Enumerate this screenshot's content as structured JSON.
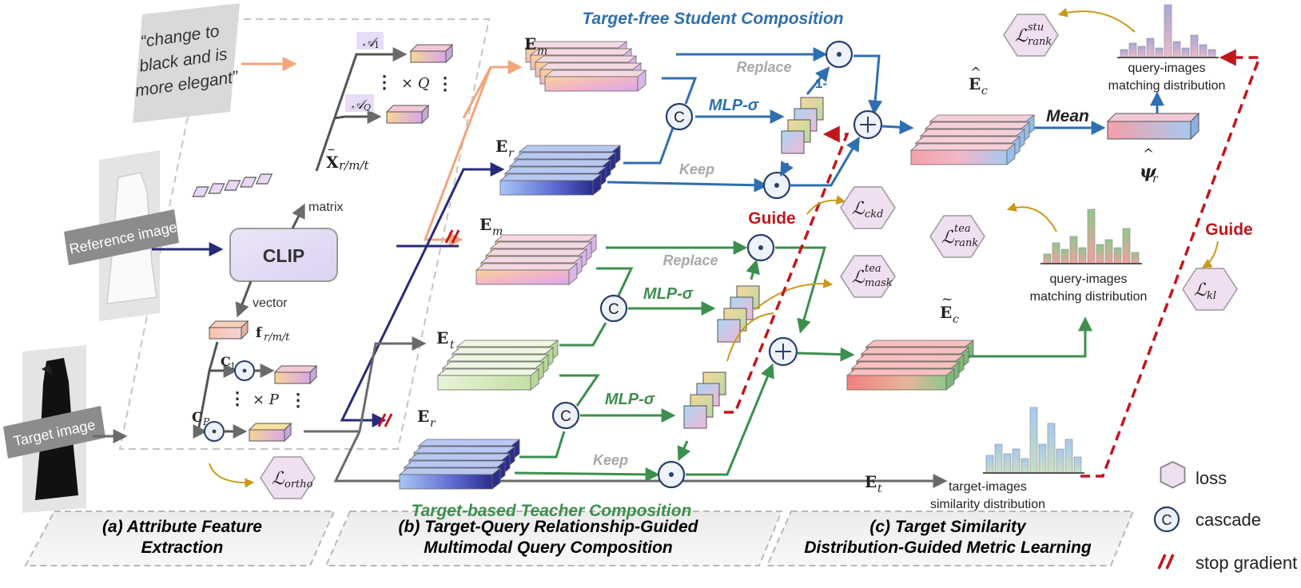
{
  "text_prompt": [
    "“change to",
    "black and is",
    "more elegant”"
  ],
  "reference_image_label": "Reference image",
  "target_image_label": "Target image",
  "clip_label": "CLIP",
  "matrix_label": "matrix",
  "vector_label": "vector",
  "attr_first": "𝒜",
  "attr_first_sub": "1",
  "attr_last": "𝒜",
  "attr_last_sub": "Q",
  "times_q": "× Q",
  "times_p": "× P",
  "x_bar": "X",
  "x_bar_sub": "r/m/t",
  "f_vec": "f",
  "f_vec_sub": "r/m/t",
  "c1": "C",
  "c1_sub": "1",
  "cp": "C",
  "cp_sub": "P",
  "vdots": "⋮",
  "student_title": "Target-free Student Composition",
  "teacher_title": "Target-based Teacher Composition",
  "em_label": "E",
  "em_sub": "m",
  "er_label": "E",
  "er_sub": "r",
  "et_label": "E",
  "et_sub": "t",
  "replace_label": "Replace",
  "keep_label": "Keep",
  "mlp_label": "MLP-σ",
  "one_minus": "1-",
  "guide_label": "Guide",
  "mean_label": "Mean",
  "ec_hat": "E",
  "ec_hat_sub": "c",
  "ec_tilde": "E",
  "ec_tilde_sub": "c",
  "psi_hat": "ψ",
  "psi_hat_sub": "r",
  "hat_mark": "^",
  "tilde_mark": "~",
  "bar_mark": "–",
  "query_dist_student": [
    "query-images",
    "matching distribution"
  ],
  "query_dist_teacher": [
    "query-images",
    "matching distribution"
  ],
  "target_dist": [
    "target-images",
    "similarity distribution"
  ],
  "cascade_symbol": "C",
  "dot_symbol": "⊙",
  "plus_symbol": "+",
  "loss_l": "ℒ",
  "losses": {
    "rank_stu": {
      "sub": "rank",
      "sup": "stu"
    },
    "rank_tea": {
      "sub": "rank",
      "sup": "tea"
    },
    "ckd": {
      "sub": "ckd"
    },
    "mask_tea": {
      "sub": "mask",
      "sup": "tea"
    },
    "kl": {
      "sub": "kl"
    },
    "ortho": {
      "sub": "ortho"
    }
  },
  "section_labels": {
    "a": [
      "(a) Attribute Feature",
      "Extraction"
    ],
    "b": [
      "(b) Target-Query Relationship-Guided",
      "Multimodal Query Composition"
    ],
    "c": [
      "(c) Target Similarity",
      "Distribution-Guided Metric Learning"
    ]
  },
  "legend": {
    "loss": "loss",
    "cascade": "cascade",
    "stop_gradient": "stop gradient"
  },
  "colors": {
    "student_blue": "#2f6fb0",
    "teacher_green": "#3d8f4e",
    "guide_red": "#c0171d",
    "gold": "#c79a1a",
    "navy": "#2a2a7a",
    "peach": "#f3a57c",
    "gray": "#6a6a6a",
    "loss_fill": "#f0dff0"
  }
}
